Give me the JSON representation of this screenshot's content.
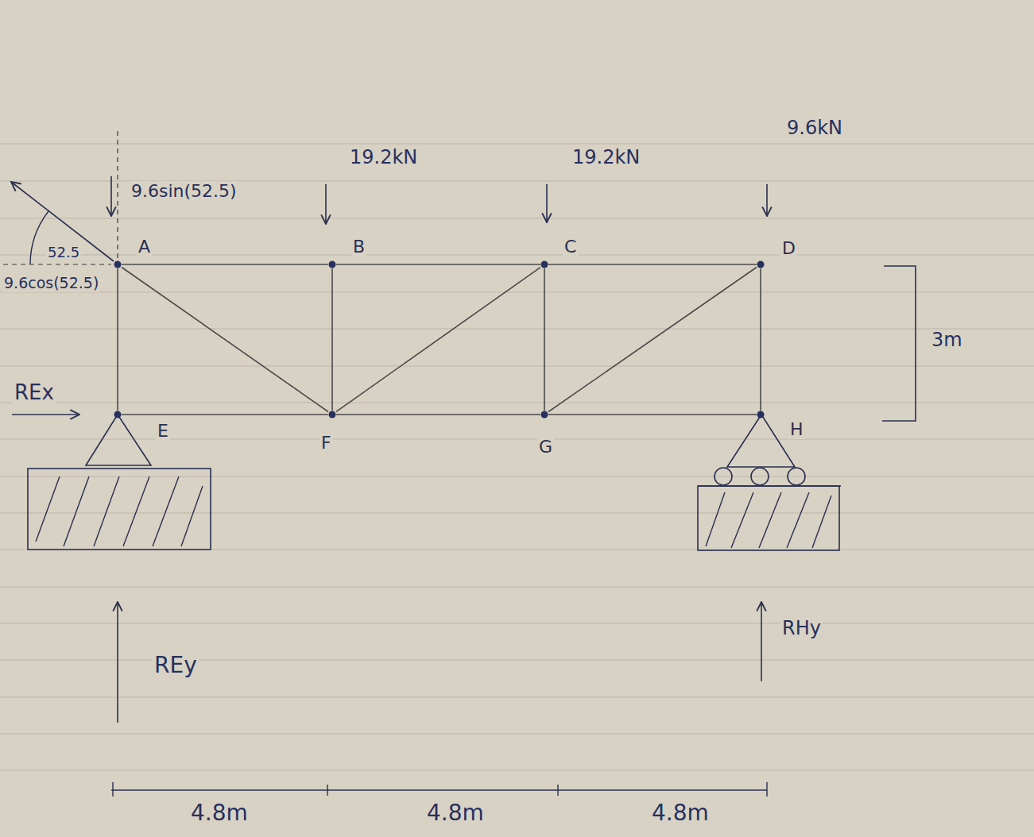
{
  "diagram": {
    "nodes": [
      {
        "text": [
          "A"
        ]
      },
      {
        "text": [
          "B"
        ]
      },
      {
        "text": [
          "C"
        ]
      },
      {
        "text": [
          "D"
        ]
      },
      {
        "text": [
          "E"
        ]
      },
      {
        "text": [
          "F"
        ]
      },
      {
        "text": [
          "G"
        ]
      },
      {
        "text": [
          "H"
        ]
      }
    ],
    "edges": [
      {
        "from": 0,
        "to": 1,
        "arrow": "none"
      },
      {
        "from": 1,
        "to": 2,
        "arrow": "none"
      },
      {
        "from": 2,
        "to": 3,
        "arrow": "none"
      },
      {
        "from": 4,
        "to": 5,
        "arrow": "none"
      },
      {
        "from": 5,
        "to": 6,
        "arrow": "none"
      },
      {
        "from": 6,
        "to": 7,
        "arrow": "none"
      },
      {
        "from": 0,
        "to": 4,
        "arrow": "none"
      },
      {
        "from": 1,
        "to": 5,
        "arrow": "none"
      },
      {
        "from": 2,
        "to": 6,
        "arrow": "none"
      },
      {
        "from": 3,
        "to": 7,
        "arrow": "none"
      },
      {
        "from": 0,
        "to": 5,
        "arrow": "none"
      },
      {
        "from": 5,
        "to": 2,
        "arrow": "none"
      },
      {
        "from": 6,
        "to": 3,
        "arrow": "none"
      }
    ],
    "labels": [
      "9.6sin(52.5)",
      "52.5",
      "9.6cos(52.5)",
      "19.2kN",
      "19.2kN",
      "9.6kN",
      "REx",
      "REy",
      "RHy",
      "3m",
      "4.8m",
      "4.8m",
      "4.8m"
    ]
  }
}
